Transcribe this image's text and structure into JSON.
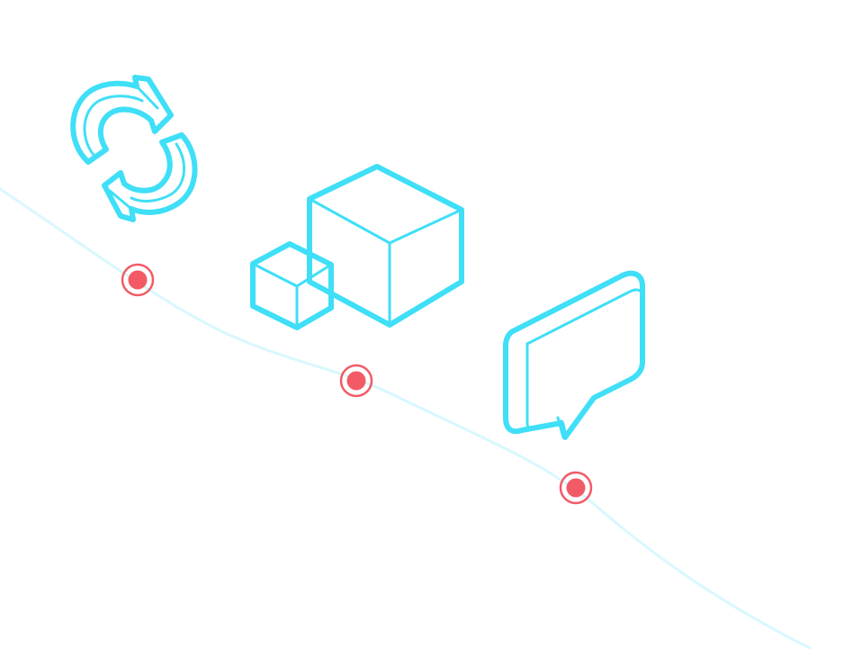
{
  "colors": {
    "background": "#ffffff",
    "icon_stroke": "#3fdff7",
    "path_line": "#d8f8fd",
    "marker_fill": "#f25a66",
    "marker_ring": "#f25a66"
  },
  "icons": [
    {
      "name": "refresh-icon"
    },
    {
      "name": "cubes-icon"
    },
    {
      "name": "chat-bubble-icon"
    }
  ],
  "markers": [
    {
      "name": "step-marker-1"
    },
    {
      "name": "step-marker-2"
    },
    {
      "name": "step-marker-3"
    }
  ]
}
